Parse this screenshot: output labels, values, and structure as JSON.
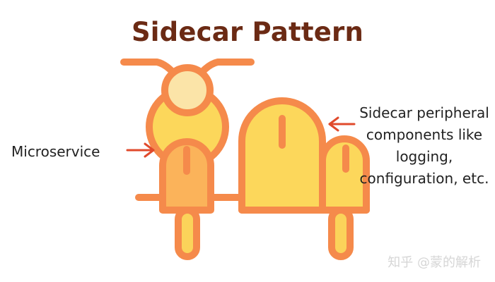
{
  "title": "Sidecar Pattern",
  "labels": {
    "microservice": "Microservice",
    "sidecar": "Sidecar peripheral components like logging, configuration, etc."
  },
  "watermark": "知乎 @蒙的解析",
  "colors": {
    "outline": "#f58a4b",
    "fill_yellow": "#fcd75b",
    "fill_cream": "#fbe4a8",
    "fill_peach": "#fbb35a",
    "arrow": "#e04a2c",
    "title": "#6b2a14"
  }
}
